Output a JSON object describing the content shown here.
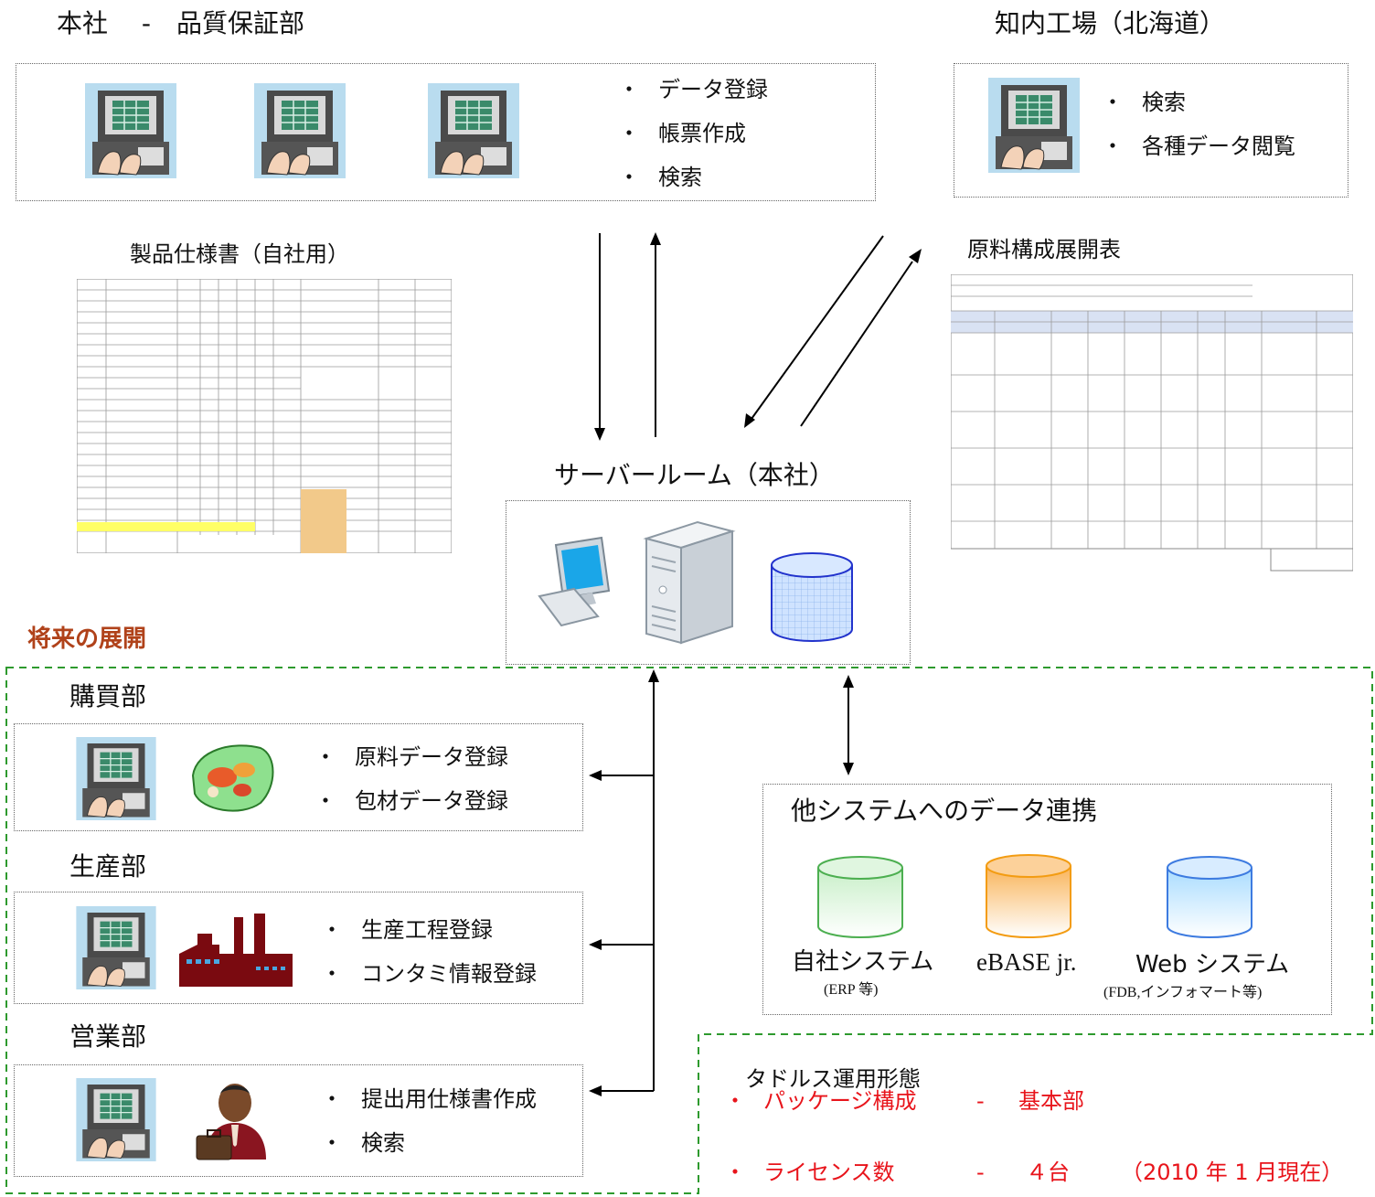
{
  "hq": {
    "title": "本社　 -　品質保証部",
    "bullets": [
      "データ登録",
      "帳票作成",
      "検索"
    ]
  },
  "factory": {
    "title": "知内工場（北海道）",
    "bullets": [
      "検索",
      "各種データ閲覧"
    ]
  },
  "product_spec_label": "製品仕様書（自社用）",
  "ingredient_table_label": "原料構成展開表",
  "server": {
    "title": "サーバールーム（本社）"
  },
  "future": {
    "title": "将来の展開",
    "purchasing": {
      "title": "購買部",
      "bullets": [
        "原料データ登録",
        "包材データ登録"
      ]
    },
    "production": {
      "title": "生産部",
      "bullets": [
        "生産工程登録",
        "コンタミ情報登録"
      ]
    },
    "sales": {
      "title": "営業部",
      "bullets": [
        "提出用仕様書作成",
        "検索"
      ]
    }
  },
  "integration": {
    "title": "他システムへのデータ連携",
    "systems": [
      {
        "name": "自社システム",
        "sub": "(ERP 等)",
        "color": "#4caf50"
      },
      {
        "name": "eBASE jr.",
        "sub": "",
        "color": "#f39c12"
      },
      {
        "name": "Web システム",
        "sub": "(FDB,インフォマート等)",
        "color": "#3d7be0"
      }
    ]
  },
  "operation": {
    "title": "タドルス運用形態",
    "line1_label": "パッケージ構成",
    "line1_value": "基本部",
    "line2_label": "ライセンス数",
    "line2_value": "４台",
    "line2_note": "（2010 年 1 月現在）",
    "separator": "-",
    "bullet": "・"
  },
  "bullet_char": "・",
  "colors": {
    "accent_red": "#e8141b",
    "future_title": "#b0421a",
    "dashed_green": "#2e9a2e"
  }
}
